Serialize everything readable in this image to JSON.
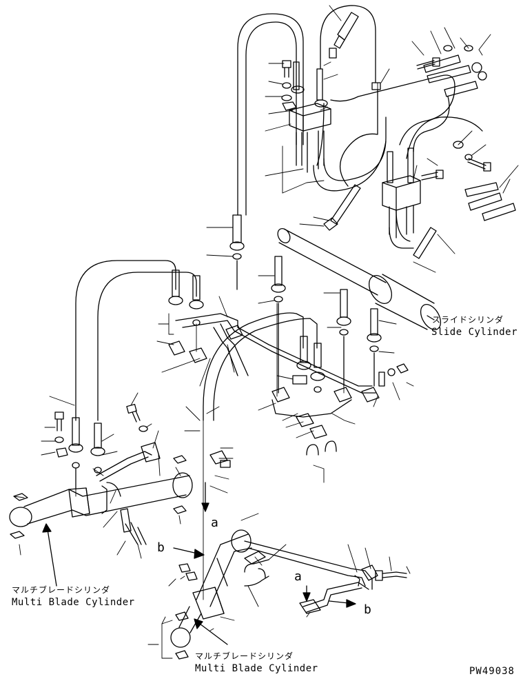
{
  "labels": {
    "slide_cylinder_jp": "スライドシリンダ",
    "slide_cylinder_en": "Slide Cylinder",
    "multi_blade_cylinder_left_jp": "マルチブレードシリンダ",
    "multi_blade_cylinder_left_en": "Multi Blade Cylinder",
    "multi_blade_cylinder_bottom_jp": "マルチブレードシリンダ",
    "multi_blade_cylinder_bottom_en": "Multi Blade Cylinder"
  },
  "callouts": {
    "a_top": "a",
    "b_left": "b",
    "a_right": "a",
    "b_right": "b"
  },
  "drawing_code": "PW49038"
}
